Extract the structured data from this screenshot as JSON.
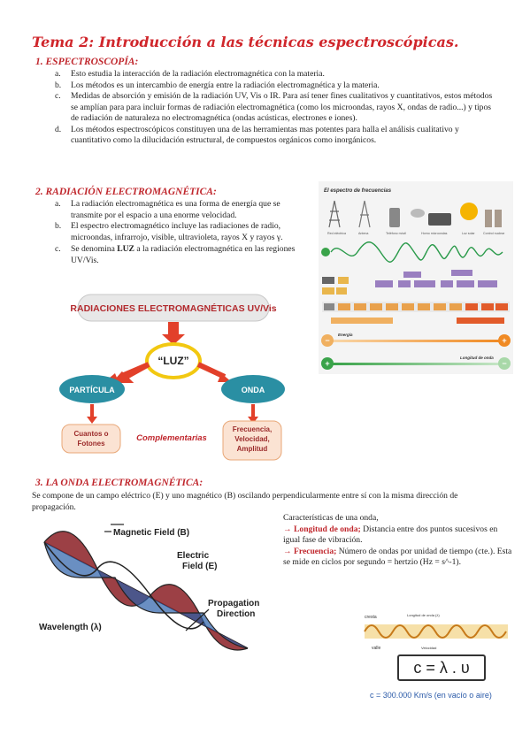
{
  "title": "Tema 2: Introducción a las técnicas espectroscópicas.",
  "s1": {
    "heading": "1.   ESPECTROSCOPÍA:",
    "items": [
      {
        "m": "a.",
        "t": "Esto estudia la interacción de la radiación electromagnética con la materia."
      },
      {
        "m": "b.",
        "t": "Los métodos es un intercambio de energía entre la radiación electromagnética y la materia."
      },
      {
        "m": "c.",
        "t": "Medidas de absorción y emisión de la radiación UV, Vis o IR. Para así tener fines cualitativos y cuantitativos, estos métodos se amplían para para incluir formas de radiación electromagnética (como los microondas, rayos X, ondas de radio...) y tipos de radiación de naturaleza no electromagnética (ondas acústicas, electrones e iones)."
      },
      {
        "m": "d.",
        "t": "Los métodos espectroscópicos constituyen una de las herramientas mas potentes para halla el análisis cualitativo y cuantitativo como la dilucidación estructural, de compuestos orgánicos como inorgánicos."
      }
    ]
  },
  "s2": {
    "heading": "2.   RADIACIÓN ELECTROMAGNÉTICA:",
    "a": "La radiación electromagnética es una forma de energía que se transmite por el espacio a una enorme velocidad.",
    "b": "El espectro electromagnético incluye las radiaciones de radio, microondas, infrarrojo, visible, ultravioleta, rayos X y rayos γ.",
    "c_pre": "Se denomina ",
    "c_bold": "LUZ",
    "c_post": " a la radiación electromagnética en las regiones UV/Vis.",
    "diagram": {
      "banner": "RADIACIONES ELECTROMAGNÉTICAS UV/Vis",
      "center": "“LUZ”",
      "left": "PARTÍCULA",
      "right": "ONDA",
      "left_box": "Cuantos o Fotones",
      "right_box": "Frecuencia, Velocidad, Amplitud",
      "middle": "Complementarias"
    },
    "spectrum": {
      "title": "El espectro de frecuencias",
      "energy": "Energía",
      "wavelength": "Longitud de onda",
      "sources": [
        "Red eléctrica",
        "Antena",
        "Teléfono móvil",
        "Horno microondas",
        "Luz solar",
        "Control nuclear"
      ]
    }
  },
  "s3": {
    "heading": "3.   LA ONDA ELECTROMAGNÉTICA:",
    "intro": "Se compone de un campo eléctrico (E) y uno magnético (B) oscilando perpendicularmente entre sí con la misma dirección de propagación.",
    "wave_labels": {
      "magnetic": "Magnetic Field (B)",
      "electric": "Electric Field (E)",
      "propagation": "Propagation Direction",
      "wavelength": "Wavelength (λ)"
    },
    "char_title": "Características de una onda,",
    "longitud_label": "Longitud de onda;",
    "longitud_text": " Distancia entre dos puntos sucesivos en igual fase de vibración.",
    "frecuencia_label": "Frecuencia;",
    "frecuencia_text": " Número de ondas por unidad de tiempo (cte.). Esta se mide en ciclos por segundo = hertzio (Hz = s^-1).",
    "small_wave": {
      "cresta": "cresta",
      "valle": "valle",
      "velocidad": "Velocidad",
      "longitud": "Longitud de onda (λ)"
    },
    "formula": "c = λ . υ",
    "speed": "c = 300.000 Km/s (en vacío o aire)"
  },
  "colors": {
    "red": "#c0272d",
    "teal": "#2a8fa3",
    "orange": "#f08a24",
    "green": "#3aa34a",
    "purple": "#8e5aa6"
  }
}
